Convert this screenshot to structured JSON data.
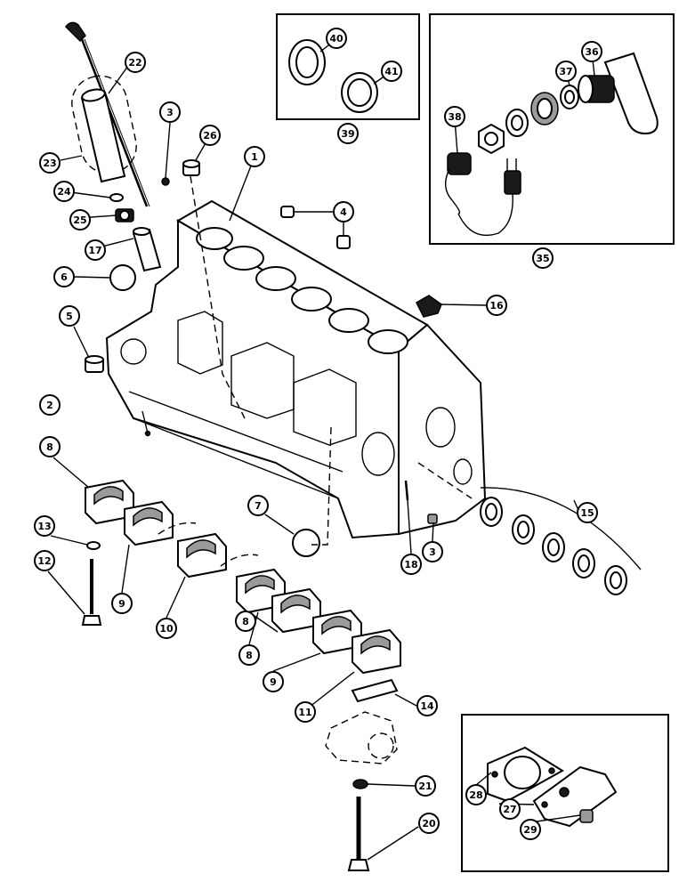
{
  "callouts": [
    {
      "id": "c1",
      "label": "1"
    },
    {
      "id": "c2",
      "label": "2"
    },
    {
      "id": "c3a",
      "label": "3"
    },
    {
      "id": "c3b",
      "label": "3"
    },
    {
      "id": "c4",
      "label": "4"
    },
    {
      "id": "c5",
      "label": "5"
    },
    {
      "id": "c6",
      "label": "6"
    },
    {
      "id": "c7",
      "label": "7"
    },
    {
      "id": "c8a",
      "label": "8"
    },
    {
      "id": "c8b",
      "label": "8"
    },
    {
      "id": "c8c",
      "label": "8"
    },
    {
      "id": "c9a",
      "label": "9"
    },
    {
      "id": "c9b",
      "label": "9"
    },
    {
      "id": "c10",
      "label": "10"
    },
    {
      "id": "c11",
      "label": "11"
    },
    {
      "id": "c12",
      "label": "12"
    },
    {
      "id": "c13",
      "label": "13"
    },
    {
      "id": "c14",
      "label": "14"
    },
    {
      "id": "c15",
      "label": "15"
    },
    {
      "id": "c16",
      "label": "16"
    },
    {
      "id": "c17",
      "label": "17"
    },
    {
      "id": "c18",
      "label": "18"
    },
    {
      "id": "c20",
      "label": "20"
    },
    {
      "id": "c21",
      "label": "21"
    },
    {
      "id": "c22",
      "label": "22"
    },
    {
      "id": "c23",
      "label": "23"
    },
    {
      "id": "c24",
      "label": "24"
    },
    {
      "id": "c25",
      "label": "25"
    },
    {
      "id": "c26",
      "label": "26"
    },
    {
      "id": "c27",
      "label": "27"
    },
    {
      "id": "c28",
      "label": "28"
    },
    {
      "id": "c29",
      "label": "29"
    },
    {
      "id": "c35",
      "label": "35"
    },
    {
      "id": "c36",
      "label": "36"
    },
    {
      "id": "c37",
      "label": "37"
    },
    {
      "id": "c38",
      "label": "38"
    },
    {
      "id": "c39",
      "label": "39"
    },
    {
      "id": "c40",
      "label": "40"
    },
    {
      "id": "c41",
      "label": "41"
    }
  ]
}
